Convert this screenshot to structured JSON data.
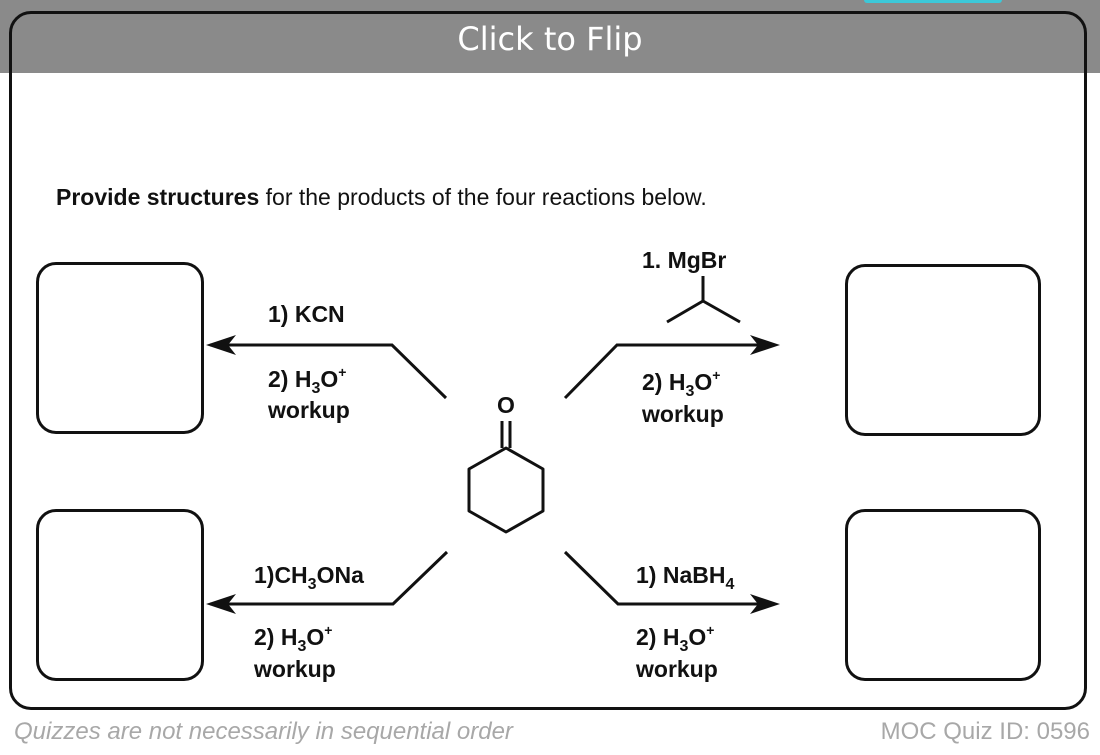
{
  "header": {
    "flip_label": "Click to Flip"
  },
  "question": {
    "prompt_bold": "Provide structures",
    "prompt_rest": " for the products of the four reactions below."
  },
  "reactions": {
    "top_left": {
      "step1": "1) KCN",
      "step2_prefix": "2) H",
      "step2_sub": "3",
      "step2_mid": "O",
      "step2_sup": "+",
      "workup": "workup"
    },
    "top_right": {
      "step1": "1.   MgBr",
      "step2_prefix": "2) H",
      "step2_sub": "3",
      "step2_mid": "O",
      "step2_sup": "+",
      "workup": "workup"
    },
    "bottom_left": {
      "step1_prefix": "1)CH",
      "step1_sub": "3",
      "step1_suffix": "ONa",
      "step2_prefix": "2) H",
      "step2_sub": "3",
      "step2_mid": "O",
      "step2_sup": "+",
      "workup": "workup"
    },
    "bottom_right": {
      "step1_prefix": "1) NaBH",
      "step1_sub": "4",
      "step2_prefix": "2) H",
      "step2_sub": "3",
      "step2_mid": "O",
      "step2_sup": "+",
      "workup": "workup"
    }
  },
  "molecule": {
    "oxygen_label": "O",
    "name": "cyclohexanone"
  },
  "footer": {
    "left_note": "Quizzes are not necessarily in sequential order",
    "quiz_id": "MOC Quiz ID: 0596"
  },
  "colors": {
    "header_band": "#8a8a8a",
    "accent_tab": "#3cc8d8",
    "footer_text": "#a8a8a8"
  }
}
